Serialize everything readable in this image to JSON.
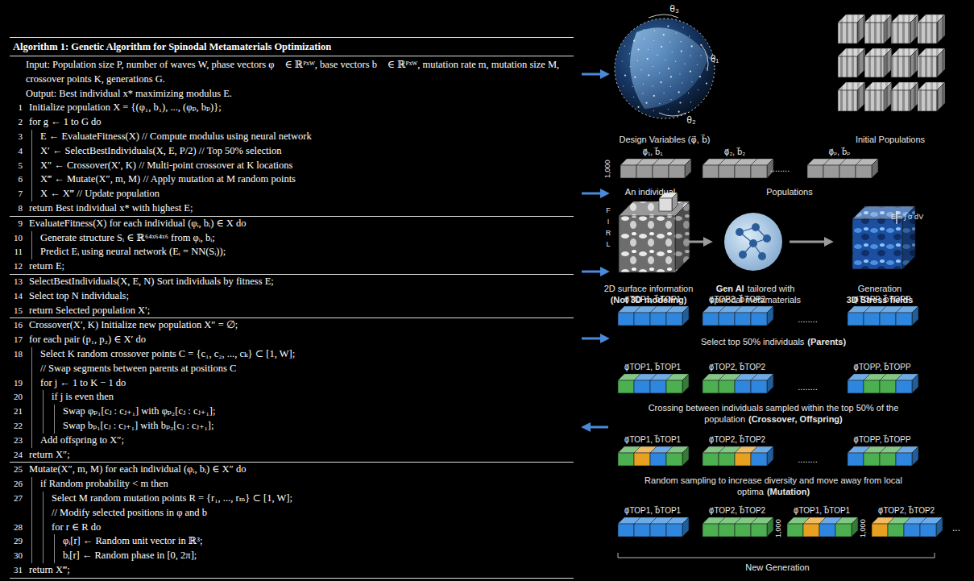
{
  "diagram": {
    "nodes": [
      {
        "text": [
          "Algorithm 1: Genetic Algorithm for Spinodal Metamaterials Optimization",
          "Input: Population size P, number of waves W, phase vectors φ⃗ ∈ ℝᴾˣᵂ, base vectors b⃗ ∈ ℝᴾˣᵂ, mutation rate m, mutation size M, crossover points K, generations G.",
          "Output: Best individual x* maximizing modulus E.",
          "1",
          "Initialize population X = {(φ₁, b₁), ..., (φₚ, bₚ)};",
          "2",
          "for g ← 1 to G do",
          "3",
          "E ← EvaluateFitness(X) // Compute modulus using neural network",
          "4",
          "X′ ← SelectBestIndividuals(X, E, P/2) // Top 50% selection",
          "5",
          "X″ ← Crossover(X′, K) // Multi-point crossover at K locations",
          "6",
          "X‴ ← Mutate(X″, m, M) // Apply mutation at M random points",
          "7",
          "X ← X‴ // Update population",
          "8",
          "return Best individual x* with highest E;",
          "9",
          "EvaluateFitness(X) for each individual (φᵢ, bᵢ) ∈ X do",
          "10",
          "Generate structure Sᵢ ∈ ℝ⁶⁴ˣ⁶⁴ˣ⁶ from φᵢ, bᵢ;",
          "11",
          "Predict Eᵢ using neural network (Eᵢ = NN(Sᵢ));",
          "12",
          "return E;",
          "13",
          "SelectBestIndividuals(X, E, N) Sort individuals by fitness E;",
          "14",
          "Select top N individuals;",
          "15",
          "return Selected population X′;",
          "16",
          "Crossover(X′, K) Initialize new population X″ = ∅;",
          "17",
          "for each pair (p₁, p₂) ∈ X′ do",
          "18",
          "Select K random crossover points C = {c₁, c₂, ..., cₖ} ⊂ [1, W];",
          "// Swap segments between parents at positions C",
          "19",
          "for j ← 1 to K − 1 do",
          "20",
          "if j is even then",
          "21",
          "Swap φₚ₁[cⱼ : cⱼ₊₁] with φₚ₂[cⱼ : cⱼ₊₁];",
          "22",
          "Swap bₚ₁[cⱼ : cⱼ₊₁] with bₚ₂[cⱼ : cⱼ₊₁];",
          "23",
          "Add offspring to X″;",
          "24",
          "return X″;",
          "25",
          "Mutate(X″, m, M) for each individual (φᵢ, bᵢ) ∈ X″ do",
          "26",
          "if Random probability < m then",
          "27",
          "Select M random mutation points R = {r₁, ..., rₘ} ⊂ [1, W];",
          "// Modify selected positions in φ and b",
          "28",
          "for r ∈ R do",
          "29",
          "φᵢ[r] ← Random unit vector in ℝ³;",
          "30",
          "bᵢ[r] ← Random phase in [0, 2π];",
          "31",
          "return X‴;"
        ]
      }
    ],
    "labels": [
      "θ₃",
      "θ₁",
      "θ₂",
      "Design Variables (φ⃗, b⃗)",
      "Initial Populations",
      "φ⃗₁, b⃗₁",
      "φ⃗₂, b⃗₂",
      "φ⃗ₚ, b⃗ₚ",
      "1,000",
      "........",
      "An individual",
      "Populations",
      "F",
      "I",
      "R",
      "L",
      "E = ∫ σ dV",
      "2D surface information",
      "(Not 3D modeling)",
      "Gen AI",
      "tailored with spinodal metamaterials",
      "Generation",
      "3D Stress fields",
      "φ⃗TOP1, b⃗TOP1",
      "φ⃗TOP2, b⃗TOP2",
      "........",
      "φ⃗TOPP, b⃗TOPP",
      "Select top 50% individuals",
      "(Parents)",
      "φ⃗TOP1, b⃗TOP1",
      "φ⃗TOP2, b⃗TOP2",
      "........",
      "φ⃗TOPP, b⃗TOPP",
      "Crossing between individuals sampled within the top 50% of the population",
      "(Crossover, Offspring)",
      "φ⃗TOP1, b⃗TOP1",
      "φ⃗TOP2, b⃗TOP2",
      "........",
      "φ⃗TOPP, b⃗TOPP",
      "Random sampling to increase diversity and move away from local optima",
      "(Mutation)",
      "φ⃗TOP1, b⃗TOP1",
      "φ⃗TOP2, b⃗TOP2",
      "1,000",
      "φ⃗TOP1, b⃗TOP1",
      "1,000",
      "φ⃗TOP2, b⃗TOP2",
      "...",
      "New Generation"
    ]
  }
}
